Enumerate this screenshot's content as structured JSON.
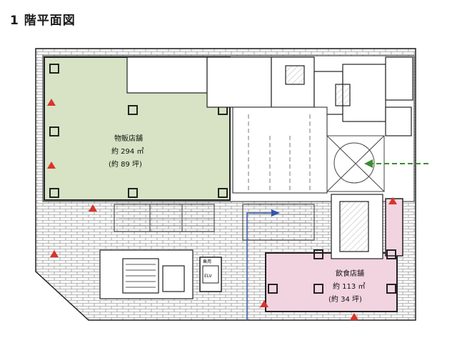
{
  "title": "1 階平面図",
  "rooms": {
    "retail": {
      "name": "物販店舗",
      "area_m2": "約 294 ㎡",
      "area_tsubo": "(約 89 坪)",
      "color": "#d7e3c4"
    },
    "restaurant": {
      "name": "飲食店舗",
      "area_m2": "約 113 ㎡",
      "area_tsubo": "(約 34 坪)",
      "color": "#f2d4e0"
    }
  },
  "elevator_label": "ELV",
  "elevator_hall_label": "乗用",
  "colors": {
    "paving": "#ffffff",
    "wall": "#222222",
    "column": "#2b2b2b",
    "entrance_arrow": "#d9342b",
    "vehicle_arrow": "#3b8e2f",
    "route_line": "#3355aa"
  }
}
